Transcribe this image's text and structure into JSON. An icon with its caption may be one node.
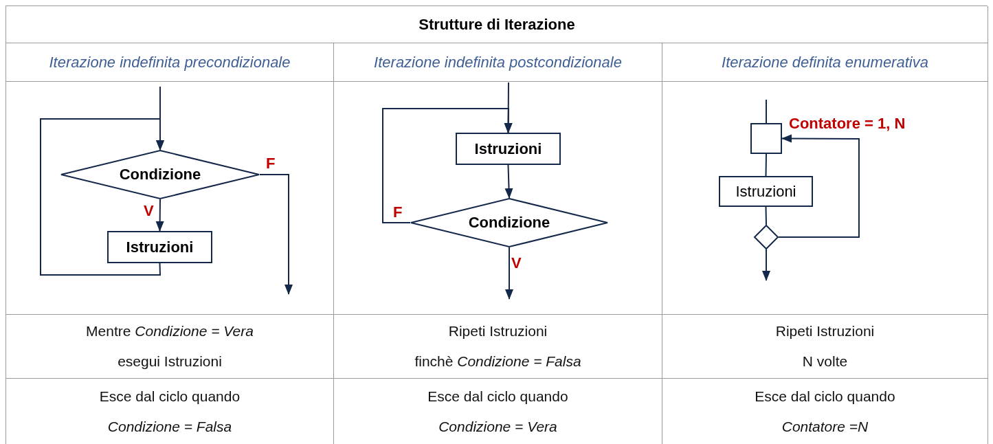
{
  "diagram": {
    "title": "Strutture di Iterazione",
    "nodes": [
      {
        "text": [
          "Condizione"
        ]
      },
      {
        "text": [
          "Istruzioni"
        ]
      },
      {
        "text": [
          "Istruzioni"
        ]
      },
      {
        "text": [
          "Condizione"
        ]
      },
      {
        "text": [],
        "shape": "box",
        "beside": [
          "Contatore = 1, N"
        ]
      },
      {
        "text": [
          "Istruzioni"
        ]
      },
      {
        "text": [],
        "shape": "diamond"
      }
    ],
    "edges": [
      {
        "from": null,
        "to": 0,
        "arrow": "to"
      },
      {
        "from": 0,
        "to": 1,
        "arrow": "to",
        "label": "V"
      },
      {
        "from": 1,
        "to": 0,
        "arrow": "to"
      },
      {
        "from": 0,
        "to": null,
        "arrow": "to",
        "label": "F"
      },
      {
        "from": null,
        "to": 2,
        "arrow": "to"
      },
      {
        "from": 2,
        "to": 3,
        "arrow": "to"
      },
      {
        "from": 3,
        "to": 2,
        "arrow": "to",
        "label": "F"
      },
      {
        "from": 3,
        "to": null,
        "arrow": "to",
        "label": "V"
      },
      {
        "from": null,
        "to": 4,
        "arrow": "none"
      },
      {
        "from": 4,
        "to": 5,
        "arrow": "none"
      },
      {
        "from": 5,
        "to": 6,
        "arrow": "none"
      },
      {
        "from": 6,
        "to": 4,
        "arrow": "to"
      },
      {
        "from": 6,
        "to": null,
        "arrow": "to"
      }
    ],
    "labels": [
      "Iterazione indefinita precondizionale",
      "Iterazione indefinita postcondizionale",
      "Iterazione definita enumerativa",
      "Mentre *Condizione = Vera*",
      "esegui Istruzioni",
      "Ripeti Istruzioni",
      "finchè *Condizione = Falsa*",
      "Ripeti Istruzioni",
      "N volte",
      "Esce dal ciclo quando",
      "Condizione = Falsa",
      "Esce dal ciclo quando",
      "Condizione = Vera",
      "Esce dal ciclo quando",
      "Contatore =N"
    ]
  }
}
